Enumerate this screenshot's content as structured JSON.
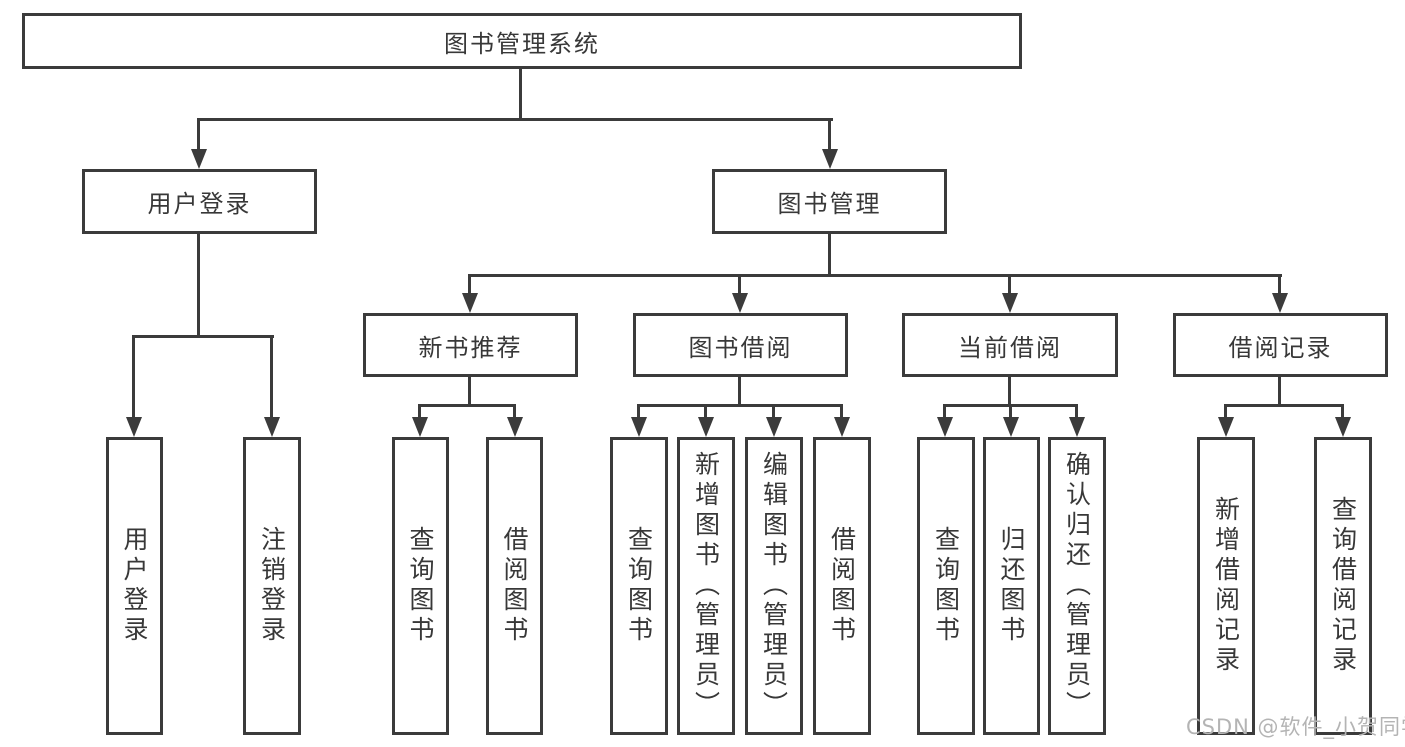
{
  "diagram_title": "图书管理系统",
  "colors": {
    "line": "#3b3b3b",
    "text": "#383838",
    "watermark": "#b4b4b4"
  },
  "nodes": {
    "root": {
      "label": "图书管理系统"
    },
    "user_login_l2": {
      "label": "用户登录"
    },
    "book_mgmt": {
      "label": "图书管理"
    },
    "login": {
      "label": "用户登录"
    },
    "logout": {
      "label": "注销登录"
    },
    "new_rec": {
      "label": "新书推荐"
    },
    "book_borrow": {
      "label": "图书借阅"
    },
    "current_borrow": {
      "label": "当前借阅"
    },
    "borrow_records": {
      "label": "借阅记录"
    },
    "rec_query": {
      "label": "查询图书"
    },
    "rec_borrow": {
      "label": "借阅图书"
    },
    "bb_query": {
      "label": "查询图书"
    },
    "bb_add": {
      "label": "新增图书（管理员）"
    },
    "bb_edit": {
      "label": "编辑图书（管理员）"
    },
    "bb_borrow": {
      "label": "借阅图书"
    },
    "cb_query": {
      "label": "查询图书"
    },
    "cb_return": {
      "label": "归还图书"
    },
    "cb_confirm": {
      "label": "确认归还（管理员）"
    },
    "br_add": {
      "label": "新增借阅记录"
    },
    "br_query": {
      "label": "查询借阅记录"
    }
  },
  "hierarchy": [
    {
      "parent": "图书管理系统",
      "children": [
        "用户登录",
        "图书管理"
      ]
    },
    {
      "parent": "用户登录",
      "children": [
        "用户登录",
        "注销登录"
      ]
    },
    {
      "parent": "图书管理",
      "children": [
        "新书推荐",
        "图书借阅",
        "当前借阅",
        "借阅记录"
      ]
    },
    {
      "parent": "新书推荐",
      "children": [
        "查询图书",
        "借阅图书"
      ]
    },
    {
      "parent": "图书借阅",
      "children": [
        "查询图书",
        "新增图书（管理员）",
        "编辑图书（管理员）",
        "借阅图书"
      ]
    },
    {
      "parent": "当前借阅",
      "children": [
        "查询图书",
        "归还图书",
        "确认归还（管理员）"
      ]
    },
    {
      "parent": "借阅记录",
      "children": [
        "新增借阅记录",
        "查询借阅记录"
      ]
    }
  ],
  "watermark": {
    "text": "CSDN @软件_小贺同学"
  }
}
